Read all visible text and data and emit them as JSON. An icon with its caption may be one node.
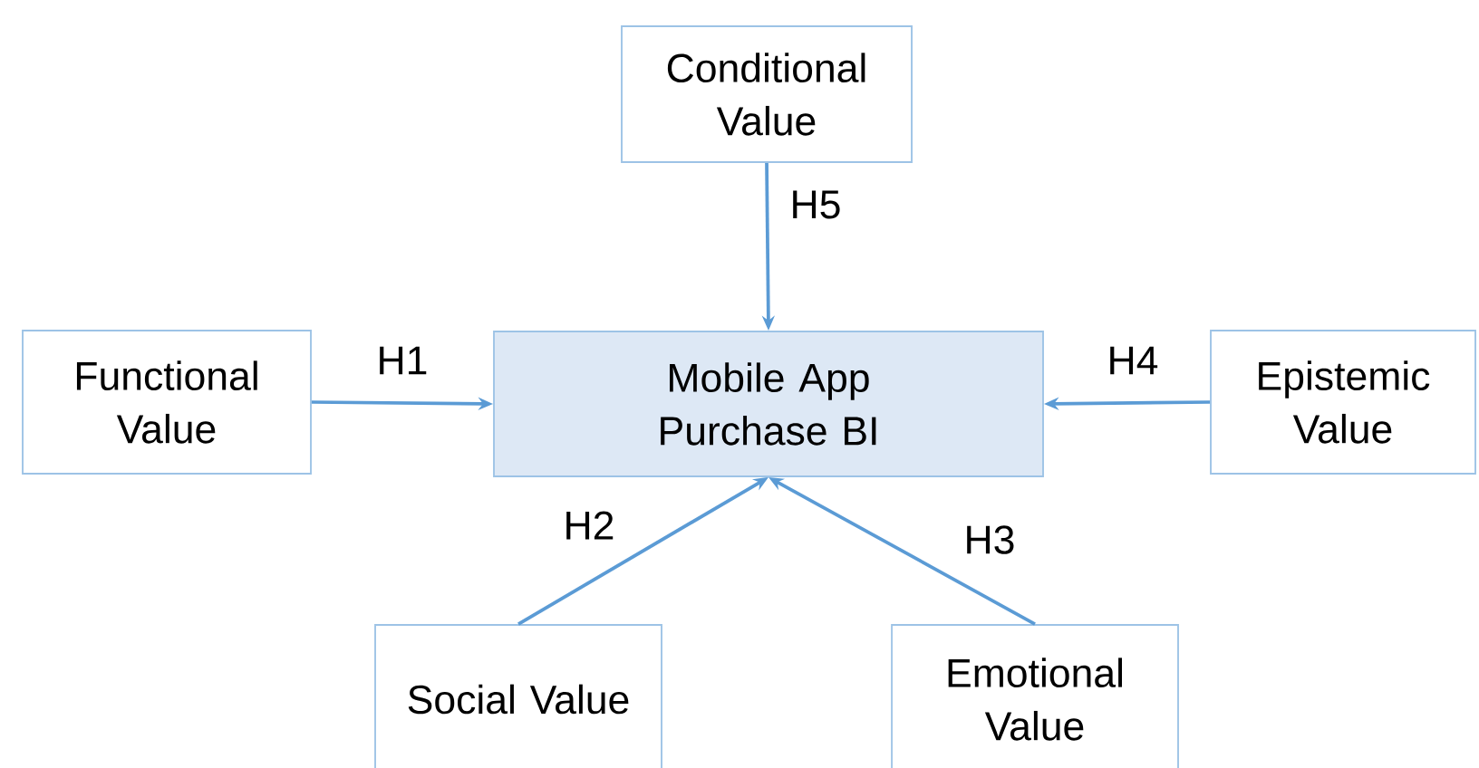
{
  "diagram": {
    "nodes": [
      {
        "text": [
          "Conditional Value"
        ]
      },
      {
        "text": [
          "Functional Value"
        ]
      },
      {
        "text": [
          "Mobile App Purchase BI"
        ]
      },
      {
        "text": [
          "Epistemic Value"
        ]
      },
      {
        "text": [
          "Social Value"
        ]
      },
      {
        "text": [
          "Emotional Value"
        ]
      }
    ],
    "edges": [
      {
        "from": 0,
        "to": 2,
        "arrow": "to",
        "label": "H5"
      },
      {
        "from": 1,
        "to": 2,
        "arrow": "to",
        "label": "H1"
      },
      {
        "from": 3,
        "to": 2,
        "arrow": "to",
        "label": "H4"
      },
      {
        "from": 4,
        "to": 2,
        "arrow": "to",
        "label": "H2"
      },
      {
        "from": 5,
        "to": 2,
        "arrow": "to",
        "label": "H3"
      }
    ]
  }
}
